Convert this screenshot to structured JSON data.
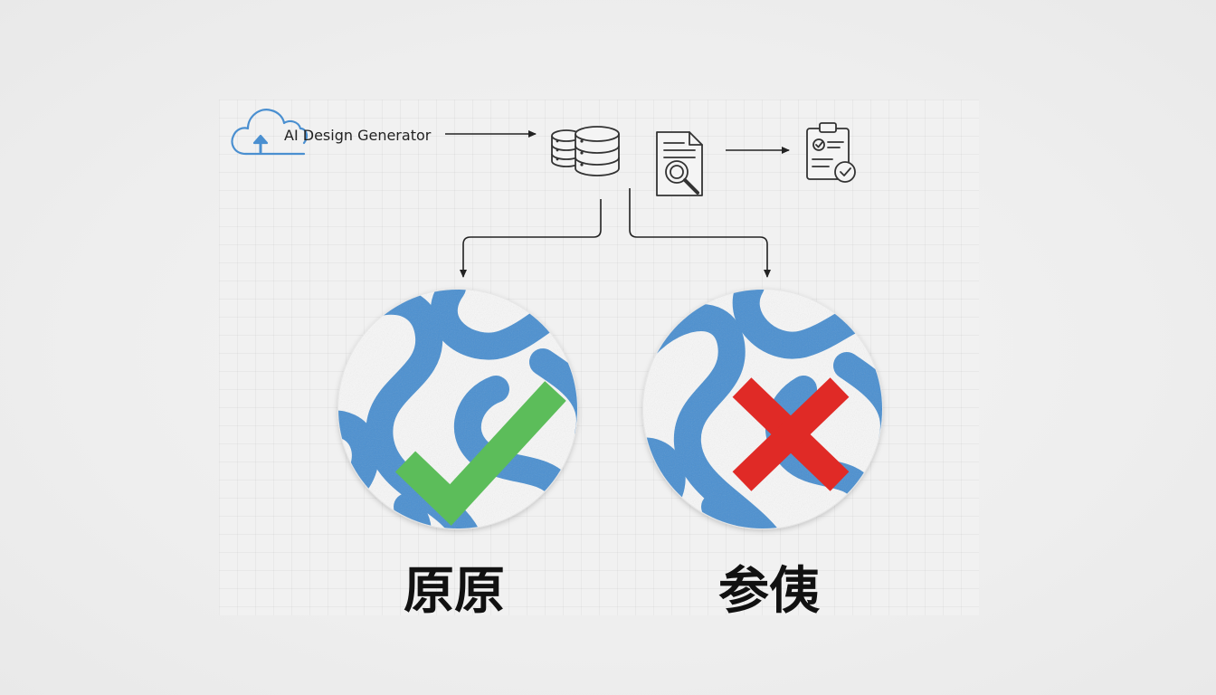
{
  "flow": {
    "source_label": "AI Design Generator"
  },
  "outcomes": {
    "left_caption": "原原",
    "right_caption": "参侇"
  },
  "icons": {
    "source": "cloud-upload-icon",
    "storage": "database-icon",
    "review": "document-search-icon",
    "result": "clipboard-checklist-icon",
    "approved": "check-mark-icon",
    "rejected": "cross-mark-icon"
  },
  "colors": {
    "pattern_blue": "#4a8fd0",
    "check_green": "#5cbd5a",
    "cross_red": "#e02a26",
    "cloud_blue": "#4a8fd0",
    "line": "#222222"
  }
}
